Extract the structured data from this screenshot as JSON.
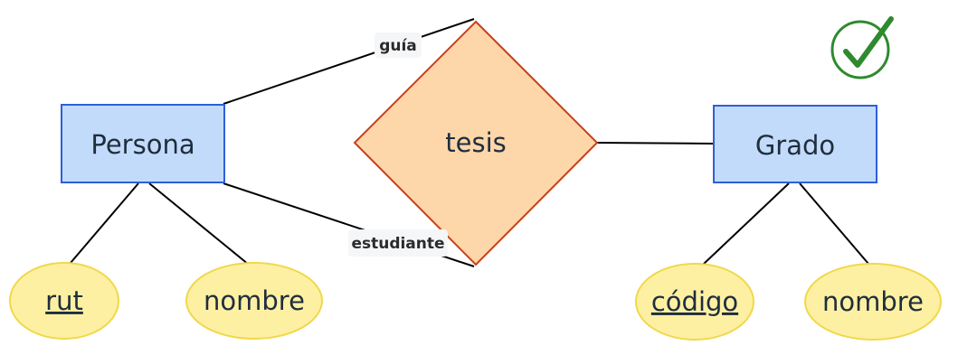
{
  "colors": {
    "entity_fill": "#c2dbfa",
    "entity_stroke": "#2d5fd9",
    "relationship_fill": "#fdd6a9",
    "relationship_stroke": "#c8401a",
    "attribute_fill": "#fdf0a3",
    "attribute_stroke": "#f1d84a",
    "line": "#000000",
    "label_bg": "#f5f6f8",
    "check": "#2f8a2f"
  },
  "entities": {
    "persona": "Persona",
    "grado": "Grado"
  },
  "relationship": {
    "label": "tesis"
  },
  "edge_labels": {
    "guia": "guía",
    "estudiante": "estudiante"
  },
  "attributes": {
    "rut": "rut",
    "persona_nombre": "nombre",
    "codigo": "código",
    "grado_nombre": "nombre"
  },
  "icons": {
    "status": "check-circle-icon"
  }
}
